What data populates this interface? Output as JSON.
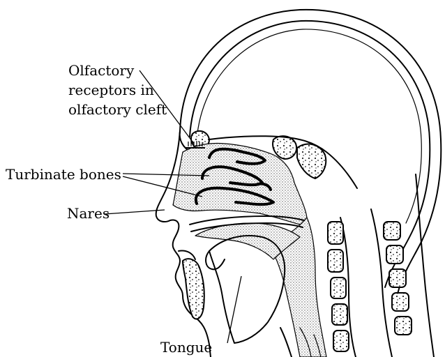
{
  "labels": {
    "olfactory_line1": "Olfactory",
    "olfactory_line2": "receptors in",
    "olfactory_line3": "olfactory cleft",
    "turbinate": "Turbinate bones",
    "nares": "Nares",
    "tongue": "Tongue"
  },
  "colors": {
    "ink": "#000000",
    "background": "#ffffff",
    "stipple": "#8a8a8a"
  }
}
